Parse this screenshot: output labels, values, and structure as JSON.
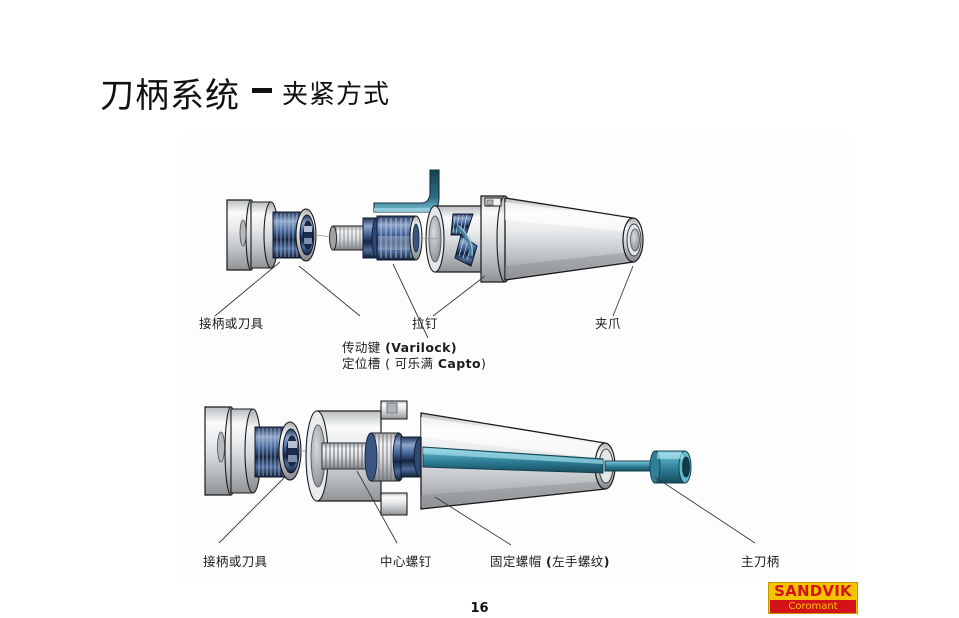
{
  "slide": {
    "title_main": "刀柄系统",
    "title_dash": "–",
    "title_sub": "夹紧方式",
    "page_number": "16"
  },
  "logo": {
    "brand": "SANDVIK",
    "sub_brand": "Coromant",
    "background_color": "#f5c400",
    "brand_color": "#d4121a"
  },
  "colors": {
    "steel_light": "#f2f3f4",
    "steel_mid": "#c9ccce",
    "steel_dark": "#8d9194",
    "outline": "#1a1a1a",
    "blue_steel_dark": "#13233f",
    "blue_steel_mid": "#3d5f93",
    "teal_shaft": "#4ea8bd",
    "teal_dark": "#1d5f74",
    "wrench_teal": "#2d6e85",
    "leader_line": "#3a3a3a"
  },
  "figure_top": {
    "name": "tapered-holder-clamping-exploded-view",
    "parts": [
      {
        "id": "adapter-or-tool",
        "label": "接柄或刀具"
      },
      {
        "id": "pull-stud",
        "label": "拉钉"
      },
      {
        "id": "clamping-claw",
        "label": "夹爪"
      },
      {
        "id": "hex-wrench",
        "label": ""
      }
    ],
    "labels": [
      {
        "id": "label-top-1",
        "text": "接柄或刀具"
      },
      {
        "id": "label-top-3",
        "text": "拉钉"
      },
      {
        "id": "label-top-4",
        "text": "夹爪"
      }
    ],
    "multiline_label": {
      "line1_cn": "传动键 ",
      "line1_en": "(Varilock)",
      "line2_cn_a": "定位槽 ( 可乐满 ",
      "line2_en": "Capto",
      "line2_cn_b": ")"
    }
  },
  "figure_bottom": {
    "name": "center-screw-clamping-assembly-view",
    "labels": [
      {
        "id": "label-bot-1",
        "text": "接柄或刀具"
      },
      {
        "id": "label-bot-2",
        "text": "中心螺钉"
      },
      {
        "id": "label-bot-4",
        "text": "主刀柄"
      }
    ],
    "nut_label": {
      "cn_a": "固定螺帽 ",
      "paren_open": "(",
      "cn_b": "左手螺纹",
      "paren_close": ")"
    }
  }
}
